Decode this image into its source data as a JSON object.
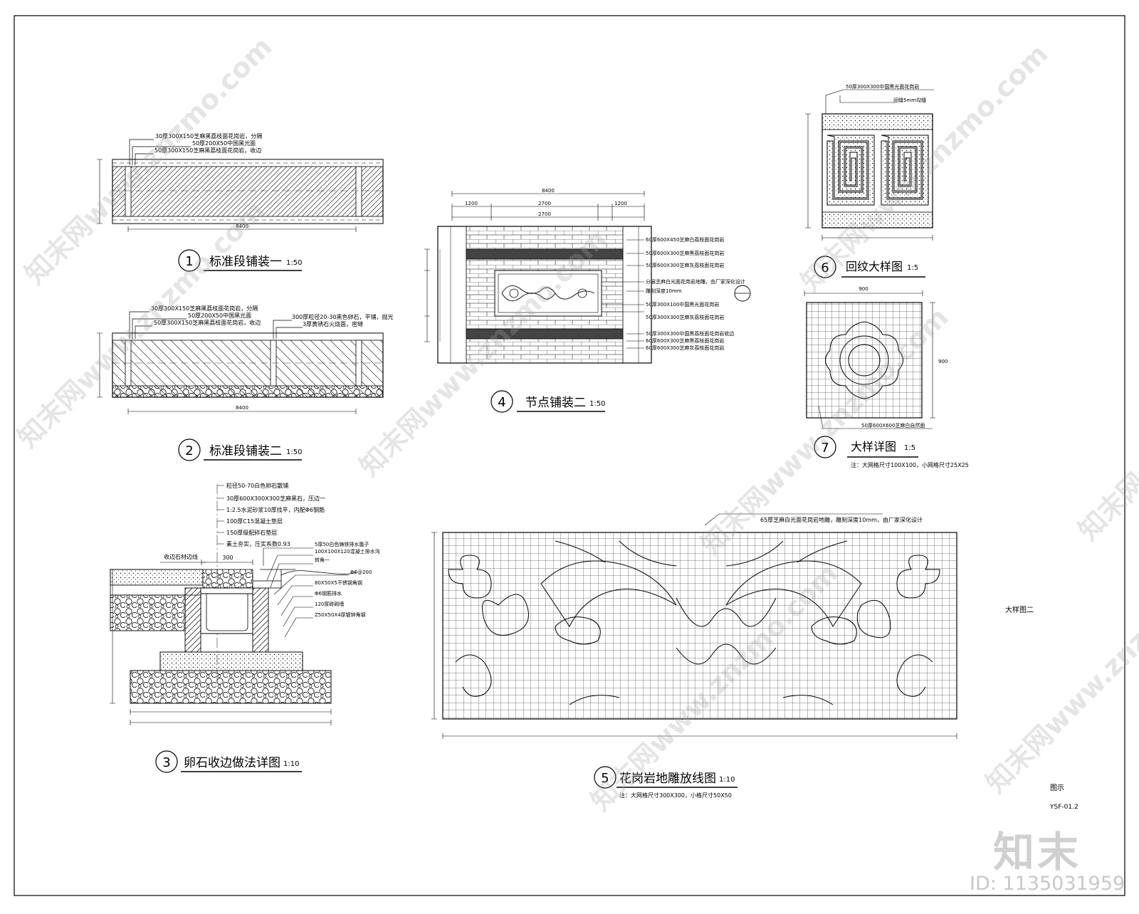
{
  "details": {
    "d1": {
      "no": "1",
      "title": "标准段铺装一",
      "scale": "1:50"
    },
    "d2": {
      "no": "2",
      "title": "标准段铺装二",
      "scale": "1:50"
    },
    "d3": {
      "no": "3",
      "title": "卵石收边做法详图",
      "scale": "1:10"
    },
    "d4": {
      "no": "4",
      "title": "节点铺装二",
      "scale": "1:50"
    },
    "d5": {
      "no": "5",
      "title": "花岗岩地雕放线图",
      "scale": "1:10",
      "note": "注：大网格尺寸300X300，小格尺寸50X50"
    },
    "d6": {
      "no": "6",
      "title": "回纹大样图",
      "scale": "1:5"
    },
    "d7": {
      "no": "7",
      "title": "大样详图",
      "scale": "1:5",
      "note": "注：大网格尺寸100X100，小网格尺寸25X25"
    }
  },
  "labels": {
    "side_label": "大样图二",
    "legend": "图示",
    "sheet_no": "YSF-01.2",
    "d3_edge": "收边石材边线",
    "d3_dim_top": "300",
    "d4_dims_top": [
      "8400",
      "1200",
      "2700",
      "1200",
      "2700"
    ],
    "d6_top_note": "50厚300X300中国黑光面花岗岩",
    "d6_top_note2": "间缝5mm勾缝",
    "d7_top_dim": "900",
    "d7_side_dim": "900",
    "d7_bottom_note": "50厚600X600芝麻白自然面"
  },
  "callouts": {
    "d1": [
      "30厚300X150芝麻黑荔枝面花岗岩，分隔",
      "50厚200X50中国黑光面",
      "50厚300X150芝麻黑荔枝面花岗岩，收边"
    ],
    "d2": [
      "30厚300X150芝麻黑荔枝面花岗岩，分隔",
      "50厚200X50中国黑光面",
      "50厚300X150芝麻黑荔枝面花岗岩，收边",
      "300厚粒径20-30黑色卵石，平铺，抛光",
      "3厚黄锈石火烧面，密缝"
    ],
    "d3": [
      "粒径50-70白色卵石散铺",
      "30厚600X300X300芝麻黑石，压边一",
      "1:2.5水泥砂浆10厚找平，内配Φ6钢筋",
      "100厚C15混凝土垫层",
      "150厚级配碎石垫层",
      "素土夯实，压实系数0.93"
    ],
    "d3_right": [
      "5厚50白色铸铁排水篦子",
      "100X100X120混凝土排水沟",
      "转角一",
      "Φ6@200",
      "80X50X5不锈钢角钢",
      "Φ6钢筋排水",
      "120厚砖砌墙",
      "Z50X50X4厚镀锌角钢"
    ],
    "d4": [
      "60厚600X450芝麻白荔枝面花岗岩",
      "50厚600X300芝麻黑荔枝面花岗岩",
      "50厚600X300芝麻灰荔枝面花岗岩",
      "分层芝麻白光面花岗岩地雕，由厂家深化设计",
      "雕刻深度10mm",
      "50厚300X100中国黑光面花岗岩",
      "50厚300X300芝麻灰荔枝面花岗岩",
      "50厚300X300中国黑荔枝面花岗岩收边",
      "60厚600X300芝麻黑荔枝面花岗岩",
      "60厚600X300芝麻灰荔枝面花岗岩"
    ],
    "d5": [
      "65厚芝麻白光面花岗岩地雕，雕刻深度10mm，由厂家深化设计"
    ]
  },
  "watermarks": [
    "知末网www.znzmo.com"
  ],
  "brand": {
    "logo": "知末",
    "id": "ID: 1135031959"
  }
}
